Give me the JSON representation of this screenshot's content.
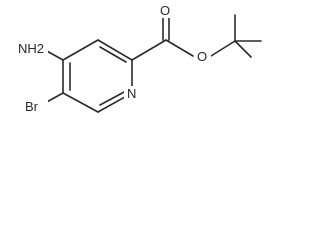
{
  "molecule": {
    "labels": {
      "amino": "NH2",
      "ring_nitrogen": "N",
      "bromo": "Br",
      "ester_oxygen": "O",
      "carbonyl_oxygen": "O"
    }
  }
}
